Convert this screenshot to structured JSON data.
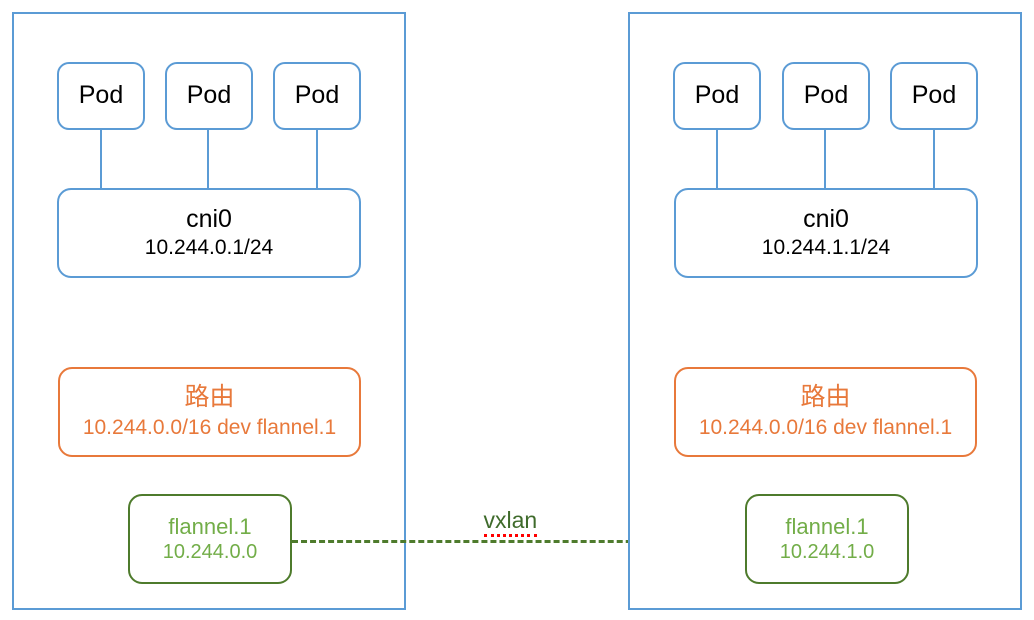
{
  "diagram": {
    "title": "flannel vxlan backend network topology",
    "colors": {
      "node_border": "#5b9bd5",
      "pod_border": "#5b9bd5",
      "route_border": "#e8793b",
      "route_text": "#e8793b",
      "flannel_border": "#4e7b2c",
      "flannel_text": "#72ad48",
      "link_dash": "#4e7b2c",
      "spellcheck_underline": "#ff0000",
      "background": "#ffffff"
    },
    "link": {
      "label": "vxlan",
      "style": "dashed"
    },
    "nodes": [
      {
        "id": "node-left",
        "pods": [
          {
            "label": "Pod"
          },
          {
            "label": "Pod"
          },
          {
            "label": "Pod"
          }
        ],
        "bridge": {
          "name": "cni0",
          "cidr": "10.244.0.1/24"
        },
        "route": {
          "title": "路由",
          "entry": "10.244.0.0/16 dev flannel.1"
        },
        "flannel": {
          "name": "flannel.1",
          "address": "10.244.0.0"
        }
      },
      {
        "id": "node-right",
        "pods": [
          {
            "label": "Pod"
          },
          {
            "label": "Pod"
          },
          {
            "label": "Pod"
          }
        ],
        "bridge": {
          "name": "cni0",
          "cidr": "10.244.1.1/24"
        },
        "route": {
          "title": "路由",
          "entry": "10.244.0.0/16 dev flannel.1"
        },
        "flannel": {
          "name": "flannel.1",
          "address": "10.244.1.0"
        }
      }
    ]
  }
}
